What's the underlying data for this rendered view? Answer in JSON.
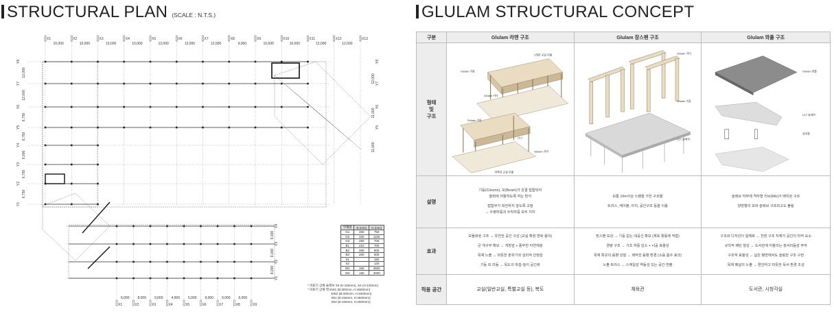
{
  "left": {
    "title": "STRUCTURAL PLAN",
    "scale": "(SCALE : N.T.S.)",
    "top_axes": [
      "X1",
      "X2",
      "X3",
      "X4",
      "X5",
      "X6",
      "X7",
      "X8",
      "X9",
      "X10",
      "X11",
      "X12",
      "X13"
    ],
    "top_dims": [
      "10,000",
      "10,000",
      "10,000",
      "10,000",
      "12,000",
      "12,000",
      "12,000",
      "9,000",
      "10,500",
      "10,000",
      "12,000",
      "12,000"
    ],
    "left_axes": [
      "Y8",
      "Y7",
      "Y6",
      "Y5",
      "Y4",
      "Y3",
      "Y2",
      "Y1"
    ],
    "left_dims": [
      "12,000",
      "12,000",
      "6,750",
      "6,750",
      "6,000",
      "6,750",
      "6,750"
    ],
    "right_axes": [
      "Y8",
      "Y7",
      "Y6",
      "Y5"
    ],
    "right_dims": [
      "12,000",
      "11,000",
      "11,000"
    ],
    "lower_right_axes": [
      "Y4",
      "Y3",
      "Y2",
      "Y1"
    ],
    "lower_right_dims": [
      "9,000",
      "9,000",
      "9,000"
    ],
    "bottom_axes": [
      "X1",
      "X2",
      "X3",
      "X4",
      "X5",
      "X6",
      "X7",
      "X8",
      "X9"
    ],
    "bottom_dims": [
      "6,000",
      "8,000",
      "9,000",
      "4,000",
      "5,000",
      "9,000",
      "9,000",
      "6,000"
    ],
    "legend": {
      "headers": [
        "부재명",
        "B (mm)",
        "H (mm)"
      ],
      "rows": [
        [
          "G1",
          "260",
          "750"
        ],
        [
          "G2",
          "320",
          "1100"
        ],
        [
          "G3",
          "250",
          "700"
        ],
        [
          "B1",
          "210",
          "700"
        ],
        [
          "B2",
          "280",
          "800"
        ],
        [
          "B3",
          "200",
          "500"
        ],
        [
          "S1",
          "",
          "150"
        ],
        [
          "S2",
          "",
          "120"
        ],
        [
          "W1",
          "150",
          "4500"
        ],
        [
          "W2",
          "150",
          "4000"
        ]
      ]
    },
    "notes": [
      "* 미표기 상재 슬래브 S3 (H:150mm), S4 (H:120mm)",
      "* 미표기 상재 벽 EW1 (B:300mm, H:4500mm)",
      "                           EW2 (B:300mm, H:4500mm)",
      "                           IW1 (B:150mm, H:4500mm)",
      "                           IW2 (B:150mm, H:4000mm)"
    ]
  },
  "right": {
    "title": "GLULAM STRUCTURAL CONCEPT",
    "header": [
      "구분",
      "Glulam 라멘 구조",
      "Glulam 장스팬 구조",
      "Glulam 와플 구조"
    ],
    "row_labels": [
      "형태\n및\n구조",
      "설명",
      "효과",
      "적용 공간"
    ],
    "diagram_labels": {
      "rahmen": [
        "2개년 교실 모듈",
        "Glulam 기둥",
        "Glulam 거더",
        "Glulam 기둥",
        "CLT",
        "Glulam 거더",
        "저학년 교실 모듈"
      ],
      "longspan": [
        "Glulam 거더",
        "Glulam 기둥",
        "CLT 슬래브"
      ],
      "waffle": [
        "Glulam 와플",
        "CLT 슬래브",
        "유리창"
      ]
    },
    "description": [
      [
        "기둥(Column), 보(Beam)가 강결 접합되어",
        "횡력에 저항하도록 하는 방식",
        "",
        "접합부가 회전하지 않도록 고정",
        "→ 수평하중과 수직하중 모두 지지"
      ],
      [
        "보통 10m이상 스팬을 가진 구조물",
        "트러스, 케이블, 아치, 공간구조 등을 이용"
      ],
      [
        "슬래브 하부에 격자형 리브(Rib)가 배치된 구조",
        "양방향의 보와 슬래브 구조라고도 불림"
      ]
    ],
    "effect": [
      [
        "모듈화된 구조 → 유연한 공간 구성 (교실 확장 변화 용이)",
        "큰 개구부 확보 → 개방감 + 풍부한 자연채광",
        "목재 노출 → 따뜻한 분위기와 심리적 안정감",
        "기둥 보 리듬 → 목도의 학습·놀이 공간화"
      ],
      [
        "장스팬 보강 → 기둥 없는 대공간 확보 (체육 활동에 적합)",
        "경량 구조 → 기초 하중 감소 + 시공 효율성",
        "목재 특유의 음향 성질 → 쾌적한 음향 환경 (소음 흡수 효과)",
        "노출 트러스 → 스케일감 역동성 있는 공간 연출"
      ],
      [
        "구조와 디자인이 일체화 → 천장 구조 자체가 공간의 미적 요소",
        "규칙적 패턴 형성 → 도서관에 어울리는 정서리듬감 부여",
        "구조적 효율성 → 넓은 평면에서도 슬림한 구조 구현",
        "목재 패널의 노출 → 편안하고 따뜻한 독서 환경 조성"
      ]
    ],
    "application": [
      "교실(일반교실, 특별교실 등), 복도",
      "체육관",
      "도서관, 시청각실"
    ]
  }
}
